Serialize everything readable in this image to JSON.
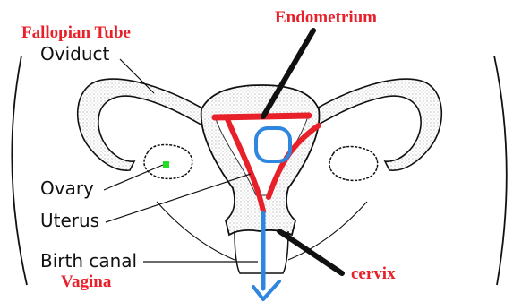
{
  "labels": {
    "fallopian_tube": "Fallopian Tube",
    "oviduct": "Oviduct",
    "endometrium": "Endometrium",
    "ovary": "Ovary",
    "uterus": "Uterus",
    "birth_canal": "Birth canal",
    "vagina": "Vagina",
    "cervix": "cervix"
  },
  "colors": {
    "annotation_red": "#e8202a",
    "annotation_blue": "#2e86de",
    "ovary_marker_green": "#22dd22",
    "line_black": "#111111"
  }
}
